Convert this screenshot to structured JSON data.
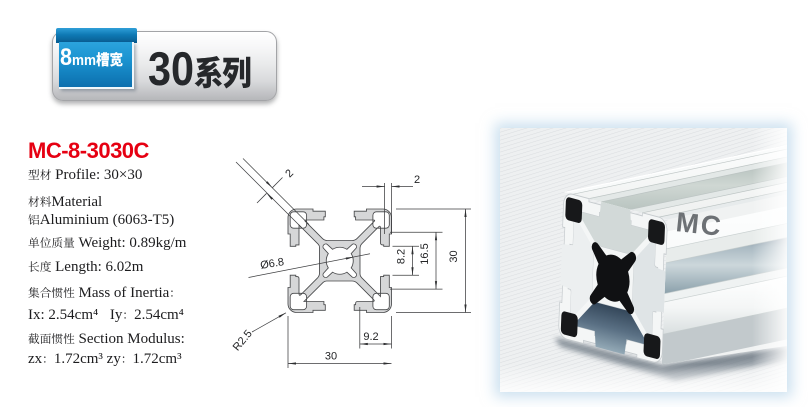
{
  "banner": {
    "slot_number": "8",
    "slot_unit": "mm",
    "slot_text": "槽宽",
    "series_number": "30",
    "series_suffix": "系列"
  },
  "product": {
    "model": "MC-8-3030C",
    "specs": [
      "型材 Profile: 30×30",
      "材料Material",
      "铝Aluminium (6063-T5)",
      "单位质量 Weight: 0.89kg/m",
      "长度 Length: 6.02m",
      "集合惯性 Mass of Inertia：",
      "Ix: 2.54cm⁴　Iy：2.54cm⁴",
      "截面惯性 Section Modulus:",
      "zx：1.72cm³ zy：1.72cm³"
    ]
  },
  "drawing": {
    "dim_web_thickness": "2",
    "dim_wall_thickness": "2",
    "dim_slot_width": "8.2",
    "dim_inner_width": "16.5",
    "dim_height": "30",
    "dim_width": "30",
    "dim_bore": "Ø6.8",
    "dim_corner_radius": "R2.5",
    "dim_slot_offset": "9.2"
  },
  "photo": {
    "brand": "MC"
  },
  "colors": {
    "accent_red": "#e60012",
    "ribbon_blue": "#1a92cf",
    "ribbon_blue_dark": "#09619a",
    "profile_gray": "#d6d7d8"
  }
}
